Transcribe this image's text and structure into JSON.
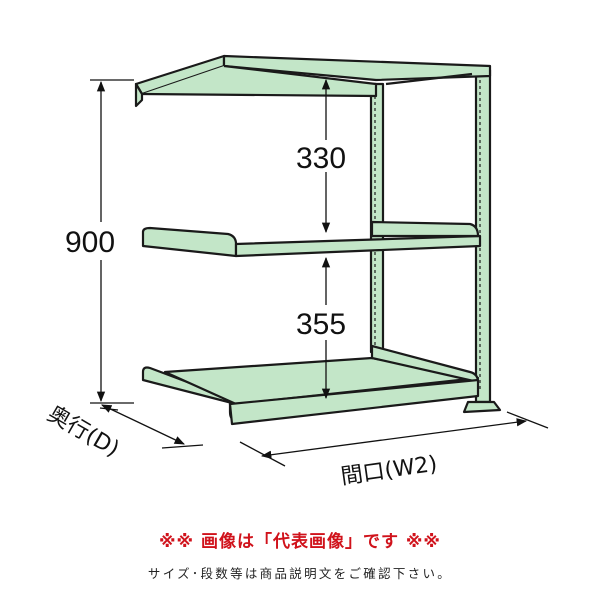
{
  "diagram": {
    "title": "Medium-duty steel shelf (add-on unit) dimension diagram",
    "colors": {
      "shelf_fill": "#c3e6c8",
      "outline": "#1a1a1a",
      "notice_red": "#d0121b"
    },
    "dimensions": {
      "total_height": "900",
      "top_gap": "330",
      "bottom_gap": "355"
    },
    "labels": {
      "depth": "奥行(D)",
      "width": "間口(W2)"
    },
    "shelf_count": 3
  },
  "notice": {
    "main": "※※ 画像は「代表画像」です ※※",
    "sub": "サイズ･段数等は商品説明文をご確認下さい。"
  }
}
